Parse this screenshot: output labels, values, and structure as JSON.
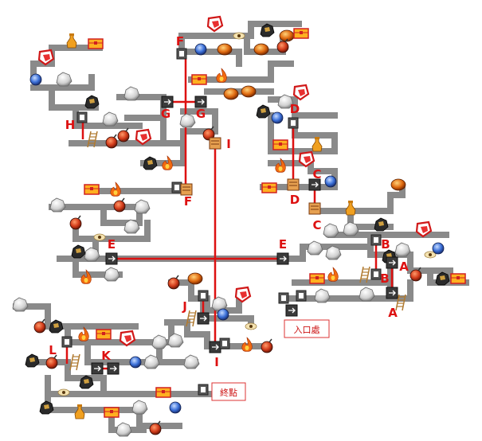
{
  "map": {
    "letters": [
      "F",
      "F",
      "G",
      "G",
      "H",
      "I",
      "I",
      "D",
      "D",
      "C",
      "C",
      "E",
      "E",
      "B",
      "B",
      "A",
      "A",
      "J",
      "K",
      "L"
    ],
    "entrance_label": "入口處",
    "goal_label": "終點",
    "colors": {
      "path": "#8a8a8a",
      "connector": "#dd1111",
      "letter": "#dd1111",
      "label_border": "#dd3333",
      "label_text": "#cc1111"
    },
    "item_icons": [
      "rock",
      "bomb",
      "orb",
      "shield",
      "ingot",
      "potion",
      "chest",
      "fire",
      "lamp",
      "eye",
      "lock-box",
      "arrow-box",
      "scroll"
    ]
  }
}
